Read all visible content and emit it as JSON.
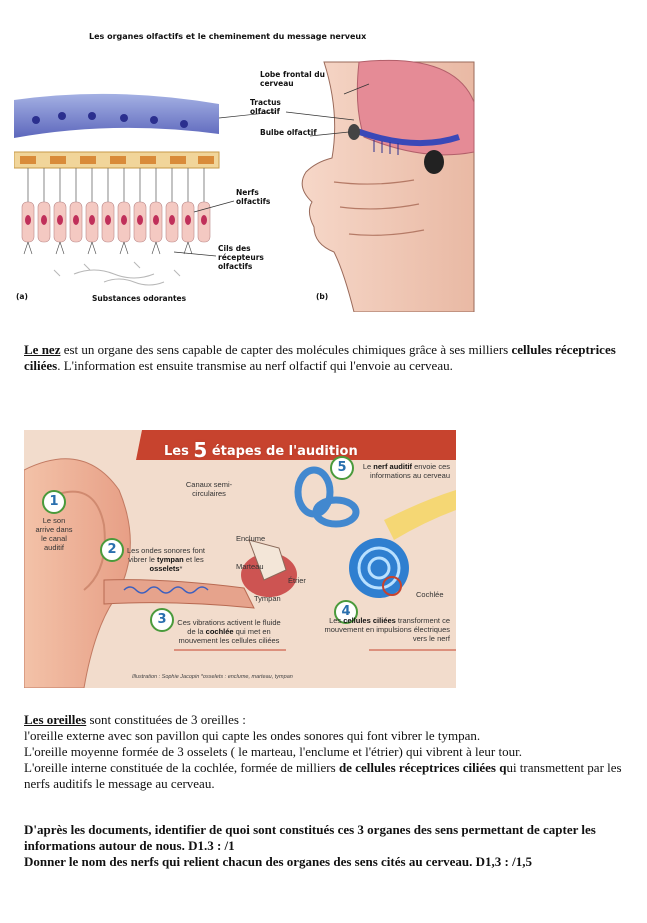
{
  "figure1": {
    "title": "Les organes olfactifs et le cheminement du message nerveux",
    "labels": {
      "lobe": "Lobe frontal du cerveau",
      "tractus": "Tractus olfactif",
      "bulbe": "Bulbe olfactif",
      "nerfs": "Nerfs olfactifs",
      "cils": "Cils des récepteurs olfactifs",
      "substances": "Substances odorantes",
      "a": "(a)",
      "b": "(b)"
    }
  },
  "paragraph1": {
    "subject": "Le nez",
    "text1": " est un organe des sens capable de capter des molécules chimiques grâce à ses milliers ",
    "bold": "cellules réceptrices ciliées",
    "text2": ". L'information est ensuite transmise au nerf olfactif qui l'envoie au cerveau."
  },
  "figure2": {
    "title_pre": "Les ",
    "title_num": "5",
    "title_post": " étapes de l'audition",
    "step1": {
      "num": "1",
      "text": "Le son arrive dans le canal auditif"
    },
    "step2": {
      "num": "2",
      "pre": "Les ondes sonores font vibrer le ",
      "bold": "tympan",
      "post": " et les ",
      "bold2": "osselets",
      "star": "*"
    },
    "step3": {
      "num": "3",
      "pre": "Ces vibrations activent le fluide de la ",
      "bold": "cochlée",
      "post": " qui met en mouvement les cellules ciliées"
    },
    "step4": {
      "num": "4",
      "pre": "Les ",
      "bold": "cellules ciliées",
      "post": " transforment ce mouvement en impulsions électriques vers le nerf"
    },
    "step5": {
      "num": "5",
      "pre": "Le ",
      "bold": "nerf auditif",
      "post": " envoie ces informations au cerveau"
    },
    "labels": {
      "canaux": "Canaux semi-circulaires",
      "enclume": "Enclume",
      "marteau": "Marteau",
      "etrier": "Étrier",
      "tympan": "Tympan",
      "cochlee": "Cochlée"
    },
    "credit": "Illustration : Sophie Jacopin   *osselets : enclume, marteau, tympan"
  },
  "paragraph2": {
    "subject": "Les oreilles",
    "intro": " sont constituées de 3 oreilles :",
    "line1": "l'oreille externe avec son pavillon qui capte les ondes sonores qui font vibrer le tympan.",
    "line2": "L'oreille moyenne formée de 3 osselets ( le marteau, l'enclume et l'étrier) qui vibrent à leur tour.",
    "line3_pre": "L'oreille interne constituée de la cochlée, formée de milliers ",
    "line3_bold": "de cellules réceptrices ciliées q",
    "line3_post": "ui transmettent par les nerfs auditifs le message au cerveau."
  },
  "questions": {
    "q1": "D'après les documents, identifier de quoi sont constitués ces 3 organes des sens permettant de capter les informations autour de nous.  D1.3 :   /1",
    "q2": "Donner le nom des nerfs qui relient chacun des organes des sens cités au cerveau.  D1,3 :   /1,5"
  }
}
